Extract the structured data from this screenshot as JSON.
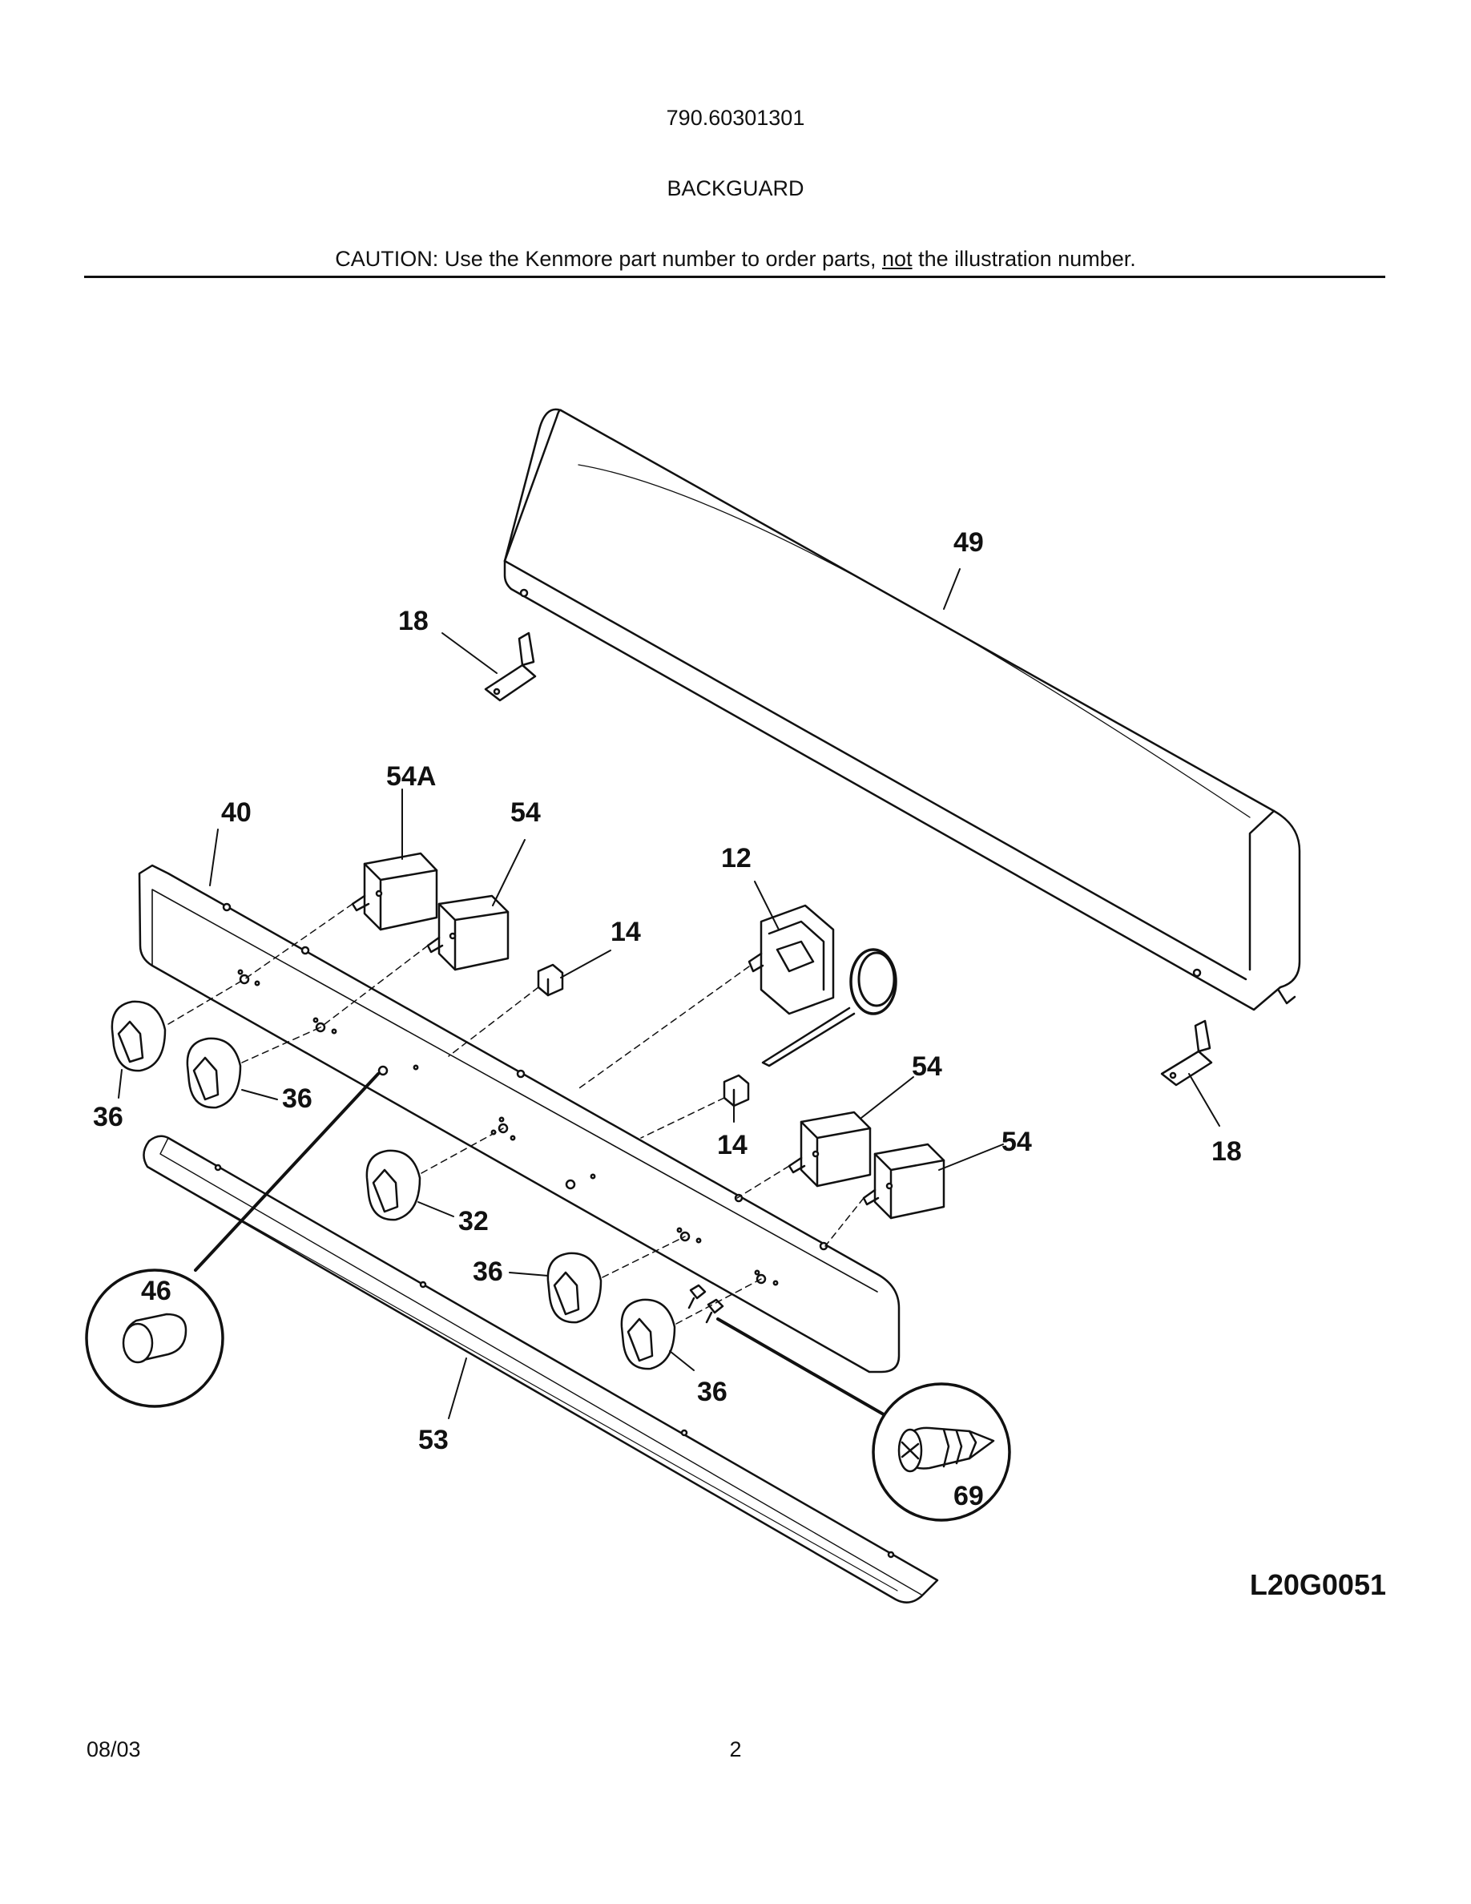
{
  "header": {
    "model_number": "790.60301301",
    "section_title": "BACKGUARD",
    "caution_before": "CAUTION: Use the Kenmore part number to order parts, ",
    "caution_emphasis": "not",
    "caution_after": " the illustration number."
  },
  "callouts": {
    "c49": "49",
    "c18a": "18",
    "c18b": "18",
    "c54A": "54A",
    "c40": "40",
    "c54a": "54",
    "c54b": "54",
    "c54c": "54",
    "c12": "12",
    "c14a": "14",
    "c14b": "14",
    "c36a": "36",
    "c36b": "36",
    "c36c": "36",
    "c36d": "36",
    "c32": "32",
    "c46": "46",
    "c53": "53",
    "c69": "69"
  },
  "figure_id": "L20G0051",
  "footer": {
    "date": "08/03",
    "page_number": "2"
  }
}
